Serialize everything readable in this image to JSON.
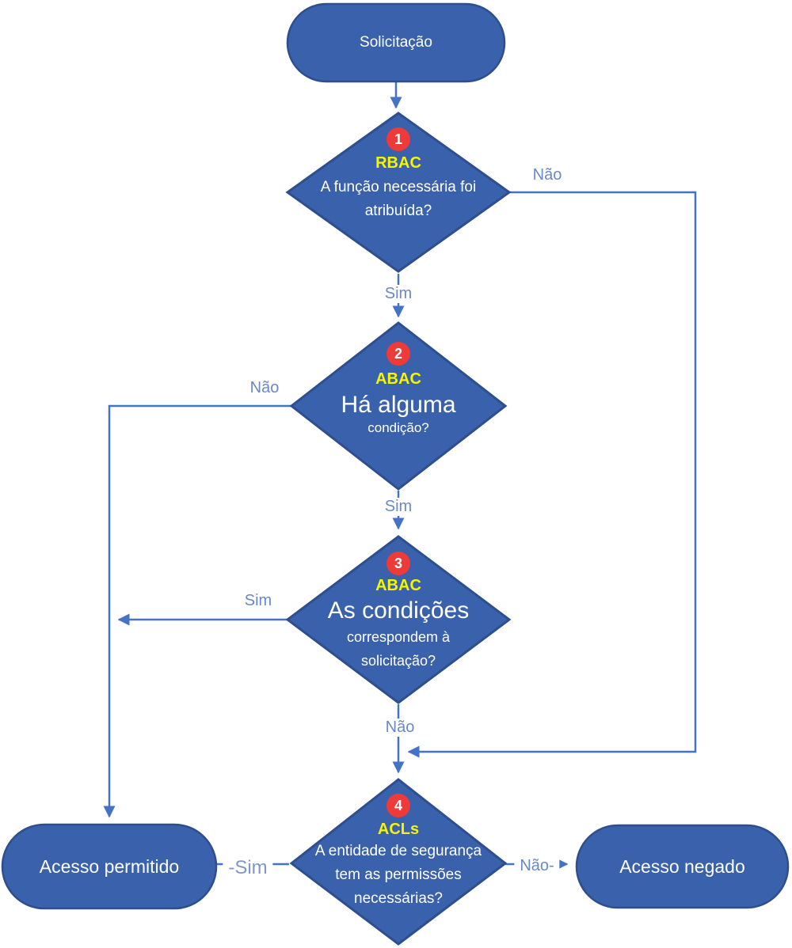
{
  "colors": {
    "node_fill": "#3A61AC",
    "node_border": "#2E4E8F",
    "connector": "#4472C4",
    "edge_label": "#6989C9",
    "badge_red": "#EE3A38",
    "tag_yellow": "#F5F500",
    "node_text": "#FFFFFF"
  },
  "nodes": {
    "start": {
      "label": "Solicitação"
    },
    "d1": {
      "badge": "1",
      "tag": "RBAC",
      "line1": "A função necessária foi",
      "line2": "atribuída?"
    },
    "d2": {
      "badge": "2",
      "tag": "ABAC",
      "big": "Há alguma",
      "small": "condição?"
    },
    "d3": {
      "badge": "3",
      "tag": "ABAC",
      "big": "As condições",
      "line1": "correspondem à",
      "line2": "solicitação?"
    },
    "d4": {
      "badge": "4",
      "tag": "ACLs",
      "line1": "A entidade de segurança",
      "line2": "tem as permissões",
      "line3": "necessárias?"
    },
    "permitted": {
      "label": "Acesso permitido"
    },
    "denied": {
      "label": "Acesso negado"
    }
  },
  "edges": {
    "d1_no": "Não",
    "d1_yes": "Sim",
    "d2_no": "Não",
    "d2_yes": "Sim",
    "d3_yes": "Sim",
    "d3_no": "Não",
    "d4_yes": "-Sim",
    "d4_no": "Não-"
  }
}
